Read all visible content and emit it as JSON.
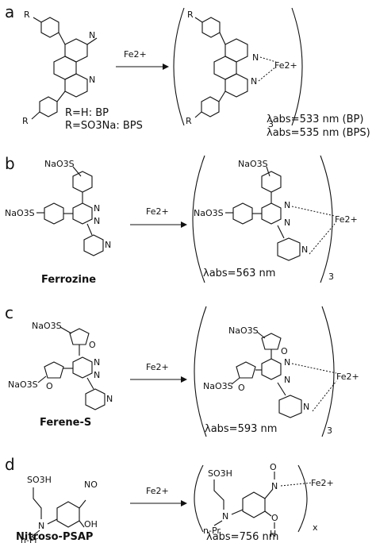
{
  "panels": {
    "a": {
      "label": "a",
      "reagent": "Fe2+",
      "substituent_R": "R",
      "N": "N",
      "def_line_1": "R=H: BP",
      "def_line_2": "R=SO3Na: BPS",
      "metal": "Fe2+",
      "stoich": "3",
      "lambda_1": "λabs=533 nm (BP)",
      "lambda_2": "λabs=535 nm (BPS)"
    },
    "b": {
      "label": "b",
      "reagent": "Fe2+",
      "sulfonate": "NaO3S",
      "N": "N",
      "name": "Ferrozine",
      "metal": "Fe2+",
      "stoich": "3",
      "lambda": "λabs=563 nm"
    },
    "c": {
      "label": "c",
      "reagent": "Fe2+",
      "sulfonate": "NaO3S",
      "O": "O",
      "N": "N",
      "name": "Ferene-S",
      "metal": "Fe2+",
      "stoich": "3",
      "lambda": "λabs=593 nm"
    },
    "d": {
      "label": "d",
      "reagent": "Fe2+",
      "so3h": "SO3H",
      "N": "N",
      "npr": "n-Pr",
      "no": "NO",
      "oh": "OH",
      "O": "O",
      "H": "H",
      "name": "Nitroso-PSAP",
      "metal": "Fe2+",
      "stoich": "x",
      "lambda": "λabs=756 nm"
    }
  }
}
